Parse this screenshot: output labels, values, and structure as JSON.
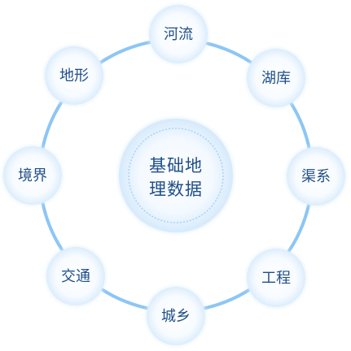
{
  "diagram": {
    "center": {
      "line1": "基础地",
      "line2": "理数据"
    },
    "nodes": [
      {
        "label": "河流"
      },
      {
        "label": "湖库"
      },
      {
        "label": "渠系"
      },
      {
        "label": "工程"
      },
      {
        "label": "城乡"
      },
      {
        "label": "交通"
      },
      {
        "label": "境界"
      },
      {
        "label": "地形"
      }
    ],
    "colors": {
      "ring": "#8cc6f5",
      "text": "#1f4f8a",
      "node_fill": "#f4faff",
      "node_glow": "#d8ecfd",
      "center_fill": "#eef7ff",
      "center_ring": "#a9d3f6"
    }
  }
}
